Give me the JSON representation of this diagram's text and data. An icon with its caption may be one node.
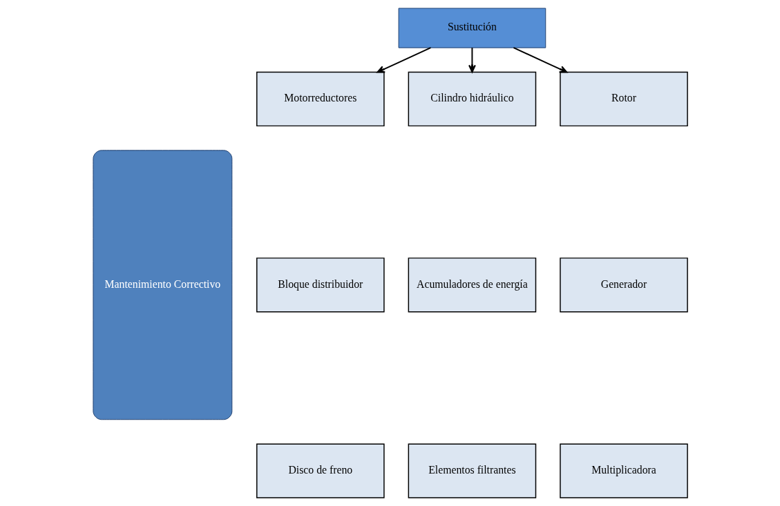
{
  "diagram": {
    "nodes": [
      {
        "text": [
          "Mantenimiento Correctivo"
        ]
      },
      {
        "text": [
          "Sustitución"
        ]
      },
      {
        "text": [
          "Motorreductores"
        ]
      },
      {
        "text": [
          "Cilindro hidráulico"
        ]
      },
      {
        "text": [
          "Rotor"
        ]
      },
      {
        "text": [
          "Bloque distribuidor"
        ]
      },
      {
        "text": [
          "Acumuladores de energía"
        ]
      },
      {
        "text": [
          "Generador"
        ]
      },
      {
        "text": [
          "Disco de freno"
        ]
      },
      {
        "text": [
          "Elementos filtrantes"
        ]
      },
      {
        "text": [
          "Multiplicadora"
        ]
      }
    ],
    "edges": [
      {
        "from": 1,
        "to": 2,
        "arrow": "to"
      },
      {
        "from": 1,
        "to": 3,
        "arrow": "to"
      },
      {
        "from": 1,
        "to": 4,
        "arrow": "to"
      }
    ]
  }
}
